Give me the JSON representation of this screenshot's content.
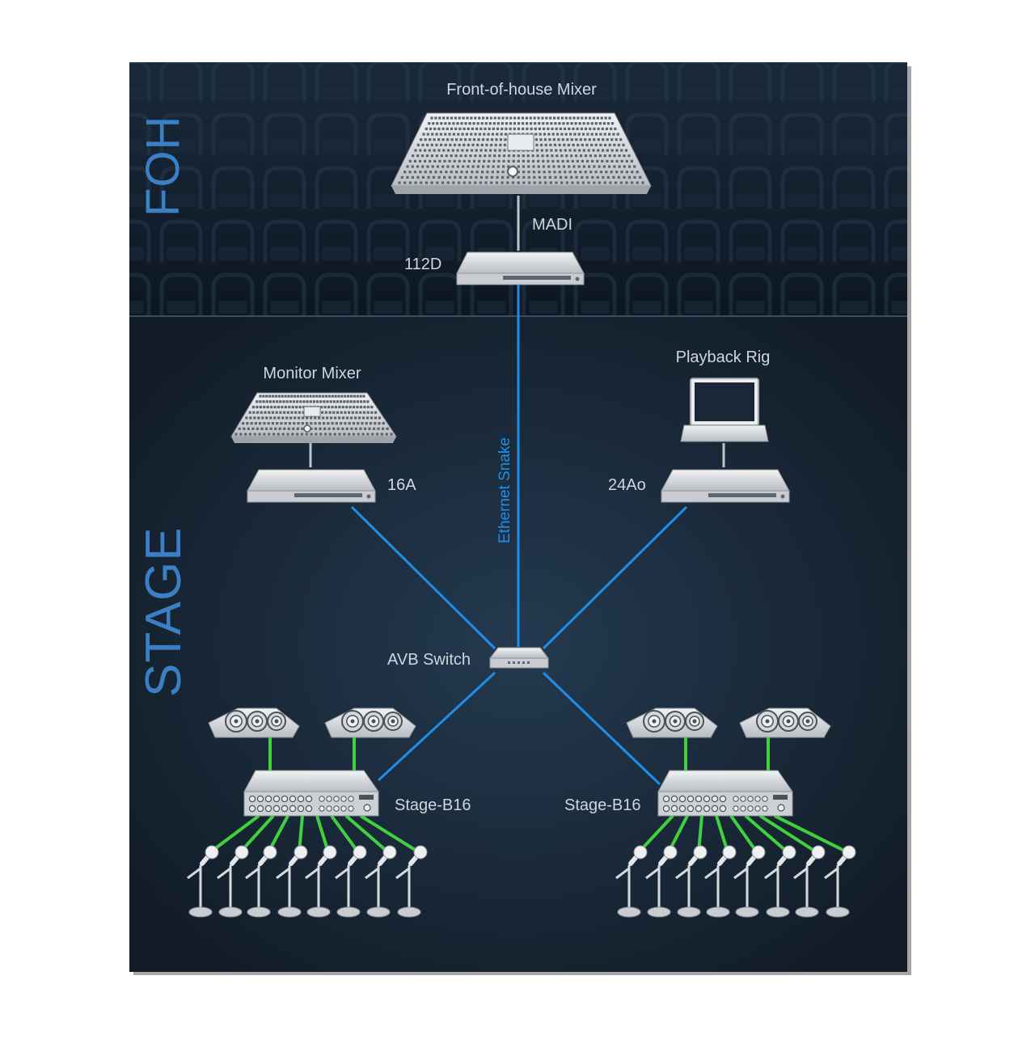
{
  "sections": {
    "foh": "FOH",
    "stage": "STAGE"
  },
  "labels": {
    "foh_mixer": "Front-of-house Mixer",
    "madi": "MADI",
    "interface_112d": "112D",
    "ethernet_snake": "Ethernet Snake",
    "monitor_mixer": "Monitor Mixer",
    "interface_16a": "16A",
    "playback_rig": "Playback Rig",
    "interface_24ao": "24Ao",
    "avb_switch": "AVB Switch",
    "stage_box_left": "Stage-B16",
    "stage_box_right": "Stage-B16"
  },
  "colors": {
    "network_line": "#1f8ee8",
    "analog_line": "#3fd23f",
    "section_text": "#3b7fc4",
    "label_text": "#cfd6dd",
    "device_fill": "#e4e6e8",
    "background": "#1a2736"
  },
  "icons": {
    "mixer": "mixing-console-icon",
    "interface": "rack-interface-icon",
    "laptop": "laptop-icon",
    "switch": "network-switch-icon",
    "wedge": "stage-monitor-wedge-icon",
    "stagebox": "stage-box-icon",
    "mic": "microphone-stand-icon"
  }
}
